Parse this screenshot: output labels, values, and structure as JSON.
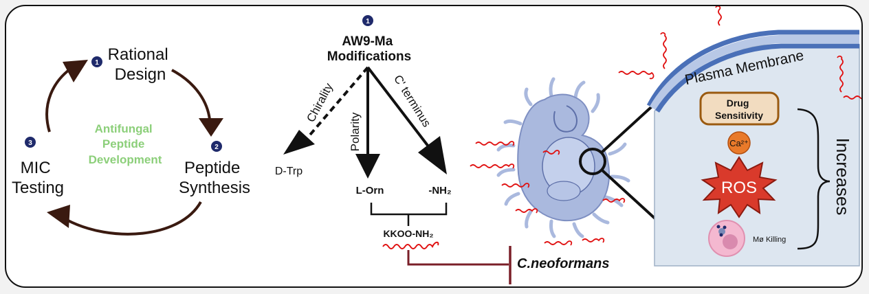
{
  "colors": {
    "badge": "#1f2a6b",
    "cycle_arrow": "#3a1a10",
    "center_text": "#8ccf7a",
    "inhibit_line": "#7a1f28",
    "membrane": "#4a70b8",
    "cell_fill": "#dde6f0",
    "peptide": "#e01010",
    "ros_fill": "#d93a2b",
    "drug_box_fill": "#f2dcc0",
    "drug_box_stroke": "#9a5a10",
    "calcium_fill": "#e97a2a",
    "fungus_fill": "#aab9de",
    "macrophage_fill": "#f4b8d0"
  },
  "cycle": {
    "center_title": [
      "Antifungal",
      "Peptide",
      "Development"
    ],
    "steps": [
      {
        "badge": "1",
        "lines": [
          "Rational",
          "Design"
        ]
      },
      {
        "badge": "2",
        "lines": [
          "Peptide",
          "Synthesis"
        ]
      },
      {
        "badge": "3",
        "lines": [
          "MIC",
          "Testing"
        ]
      }
    ]
  },
  "modifications": {
    "badge": "1",
    "title": [
      "AW9-Ma",
      "Modifications"
    ],
    "branches": [
      {
        "label": "Chirality",
        "result": "D-Trp",
        "style": "dashed"
      },
      {
        "label": "Polarity",
        "result": "L-Orn",
        "style": "solid"
      },
      {
        "label": "C' terminus",
        "result": "-NH₂",
        "style": "solid"
      }
    ],
    "combined": "KKOO-NH₂"
  },
  "target": {
    "organism": "C.neoformans"
  },
  "cell_panel": {
    "membrane_label": "Plasma Membrane",
    "drug_box": [
      "Drug",
      "Sensitivity"
    ],
    "calcium": "Ca²⁺",
    "ros": "ROS",
    "macrophage": "Mø Killing",
    "bracket_label": "Increases"
  }
}
